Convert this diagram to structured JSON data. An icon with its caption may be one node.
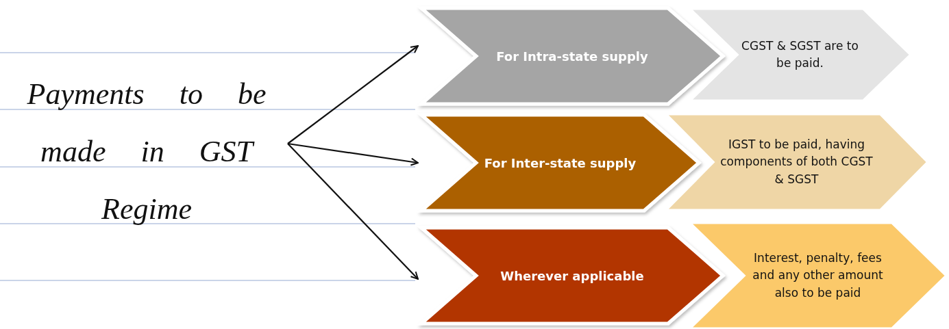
{
  "diagram": {
    "nodes": [
      {
        "text": [
          "Payments to be made in GST Regime"
        ]
      },
      {
        "text": [
          "For Intra-state supply"
        ]
      },
      {
        "text": [
          "CGST & SGST are to be paid."
        ]
      },
      {
        "text": [
          "For Inter-state supply"
        ]
      },
      {
        "text": [
          "IGST to be paid, having components of both CGST & SGST"
        ]
      },
      {
        "text": [
          "Wherever applicable"
        ]
      },
      {
        "text": [
          "Interest, penalty, fees and any other amount also to be paid"
        ]
      }
    ],
    "edges": [
      {
        "from": 0,
        "to": 1,
        "arrow": "to"
      },
      {
        "from": 0,
        "to": 3,
        "arrow": "to"
      },
      {
        "from": 0,
        "to": 5,
        "arrow": "to"
      }
    ]
  }
}
